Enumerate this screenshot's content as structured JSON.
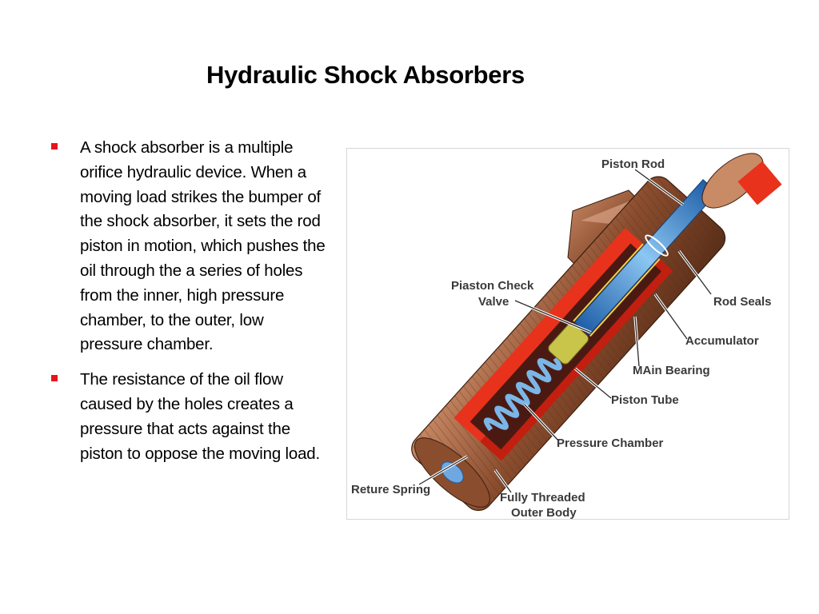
{
  "slide": {
    "title": "Hydraulic Shock Absorbers",
    "bullets": [
      "A shock absorber is a multiple orifice hydraulic device.  When a moving load strikes the bumper of the shock absorber, it sets the rod piston in motion, which pushes the oil through the a series of holes from the inner, high pressure chamber, to the outer, low pressure chamber.",
      "The resistance of the oil flow caused by the holes creates a pressure that acts against the piston to oppose the moving load."
    ],
    "bullet_color": "#e8141b"
  },
  "diagram": {
    "labels": {
      "piston_rod": "Piston Rod",
      "piston_check_valve_1": "Piaston Check",
      "piston_check_valve_2": "Valve",
      "rod_seals": "Rod Seals",
      "accumulator": "Accumulator",
      "main_bearing": "MAin Bearing",
      "piston_tube": "Piston Tube",
      "pressure_chamber": "Pressure Chamber",
      "return_spring": "Reture Spring",
      "outer_body_1": "Fully Threaded",
      "outer_body_2": "Outer Body"
    },
    "colors": {
      "body": "#8a4d2e",
      "cutaway": "#e8321c",
      "rod": "#3f8fd8",
      "spring": "#7ab6e8",
      "valve": "#c9c44a"
    }
  }
}
